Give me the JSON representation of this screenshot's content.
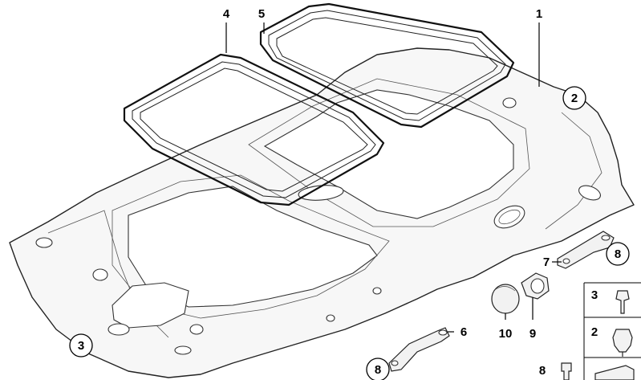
{
  "callouts": {
    "c1": "1",
    "c2": "2",
    "c3": "3",
    "c4": "4",
    "c5": "5",
    "c6": "6",
    "c7": "7",
    "c8a": "8",
    "c8b": "8",
    "c9": "9",
    "c10": "10"
  },
  "side_panel": {
    "row3": "3",
    "row2": "2",
    "row8": "8"
  }
}
